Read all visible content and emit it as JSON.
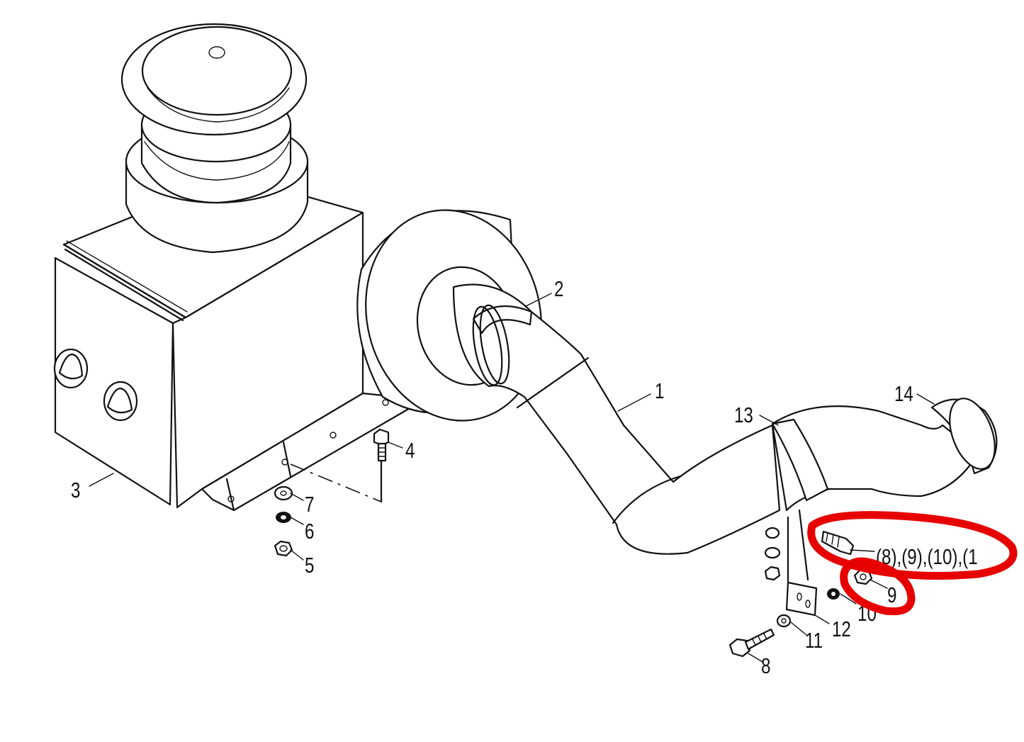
{
  "labels": {
    "part_1": "1",
    "part_2": "2",
    "part_3": "3",
    "part_4": "4",
    "part_5": "5",
    "part_6": "6",
    "part_7": "7",
    "part_8": "8",
    "part_9": "9",
    "part_10": "10",
    "part_11": "11",
    "part_12": "12",
    "part_13": "13",
    "part_14": "14",
    "callout_group": "(8),(9),(10),(1"
  },
  "annotation": {
    "color": "#e60000"
  }
}
